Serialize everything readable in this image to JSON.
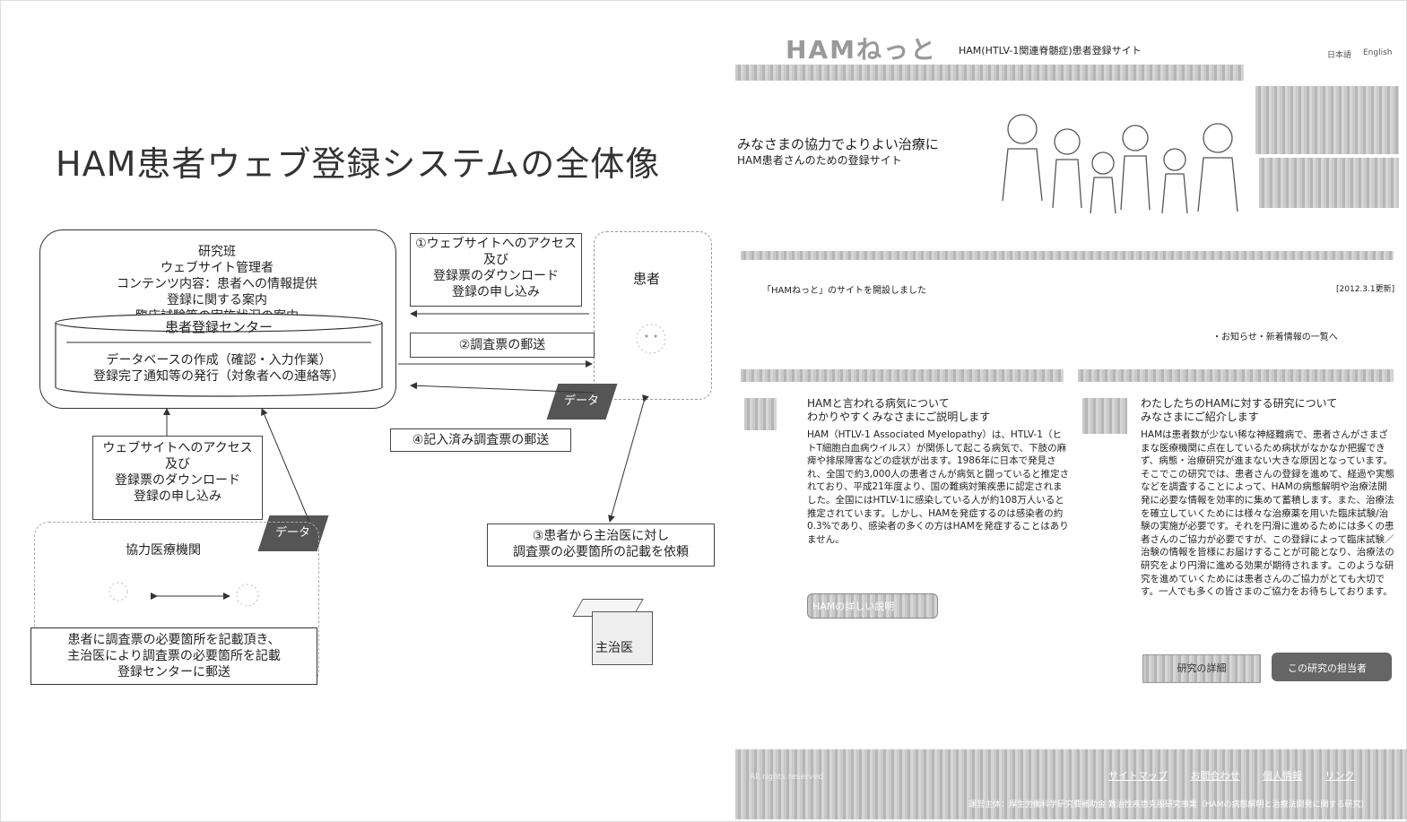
{
  "diagram": {
    "title": "HAM患者ウェブ登録システムの全体像",
    "research_group": {
      "lines": [
        "研究班",
        "ウェブサイト管理者",
        "コンテンツ内容：患者への情報提供",
        "登録に関する案内",
        "臨床試験等の実施状況の案内"
      ]
    },
    "registration_center": {
      "title": "患者登録センター",
      "lines": [
        "データベースの作成（確認・入力作業）",
        "登録完了通知等の発行（対象者への連絡等）"
      ]
    },
    "patient_label": "患者",
    "step1_lines": [
      "①ウェブサイトへのアクセス",
      "及び",
      "登録票のダウンロード",
      "登録の申し込み"
    ],
    "step2": "②調査票の郵送",
    "step4": "④記入済み調査票の郵送",
    "data_tag": "データ",
    "clinic_access_lines": [
      "ウェブサイトへのアクセス",
      "及び",
      "登録票のダウンロード",
      "登録の申し込み"
    ],
    "clinic_label": "協力医療機関",
    "clinic_instruction_lines": [
      "患者に調査票の必要箇所を記載頂き、",
      "主治医により調査票の必要箇所を記載",
      "登録センターに郵送"
    ],
    "step3_lines": [
      "③患者から主治医に対し",
      "調査票の必要箇所の記載を依頼"
    ],
    "doctor_label": "主治医"
  },
  "website": {
    "logo": "HAMねっと",
    "subtitle": "HAM(HTLV-1関連脊髄症)患者登録サイト",
    "lang_jp": "日本語",
    "lang_en": "English",
    "hero_line1": "みなさまの協力でよりよい治療に",
    "hero_line2": "HAM患者さんのための登録サイト",
    "news_item": "「HAMねっと」のサイトを開設しました",
    "news_date": "[2012.3.1更新]",
    "news_more": "・お知らせ・新着情報の一覧へ",
    "left_heading_lines": [
      "HAMと言われる病気について",
      "わかりやすくみなさまにご説明します"
    ],
    "left_body": "HAM（HTLV-1 Associated Myelopathy）は、HTLV-1（ヒトT細胞白血病ウイルス）が関係して起こる病気で、下肢の麻痺や排尿障害などの症状が出ます。1986年に日本で発見され、全国で約3,000人の患者さんが病気と闘っていると推定されており、平成21年度より、国の難病対策疾患に認定されました。全国にはHTLV-1に感染している人が約108万人いると推定されています。しかし、HAMを発症するのは感染者の約0.3%であり、感染者の多くの方はHAMを発症することはありません。",
    "left_button": "HAMの詳しい説明",
    "right_heading_lines": [
      "わたしたちのHAMに対する研究について",
      "みなさまにご紹介します"
    ],
    "right_body": "HAMは患者数が少ない稀な神経難病で、患者さんがさまざまな医療機関に点在しているため病状がなかなか把握できず、病態・治療研究が進まない大きな原因となっています。そこでこの研究では、患者さんの登録を進めて、経過や実態などを調査することによって、HAMの病態解明や治療法開発に必要な情報を効率的に集めて蓄積します。また、治療法を確立していくためには様々な治療薬を用いた臨床試験/治験の実施が必要です。それを円滑に進めるためには多くの患者さんのご協力が必要ですが、この登録によって臨床試験／治験の情報を皆様にお届けすることが可能となり、治療法の研究をより円滑に進める効果が期待されます。このような研究を進めていくためには患者さんのご協力がとても大切です。一人でも多くの皆さまのご協力をお待ちしております。",
    "right_btn1": "研究の詳細",
    "right_btn2": "この研究の担当者",
    "footer_links": [
      "サイトマップ",
      "お問合わせ",
      "個人情報",
      "リンク"
    ],
    "footer_left": "All rights reserved",
    "footer_text": "運営主体：厚生労働科学研究費補助金 難治性疾患克服研究事業（HAMの病態解明と治療法開発に関する研究）"
  }
}
